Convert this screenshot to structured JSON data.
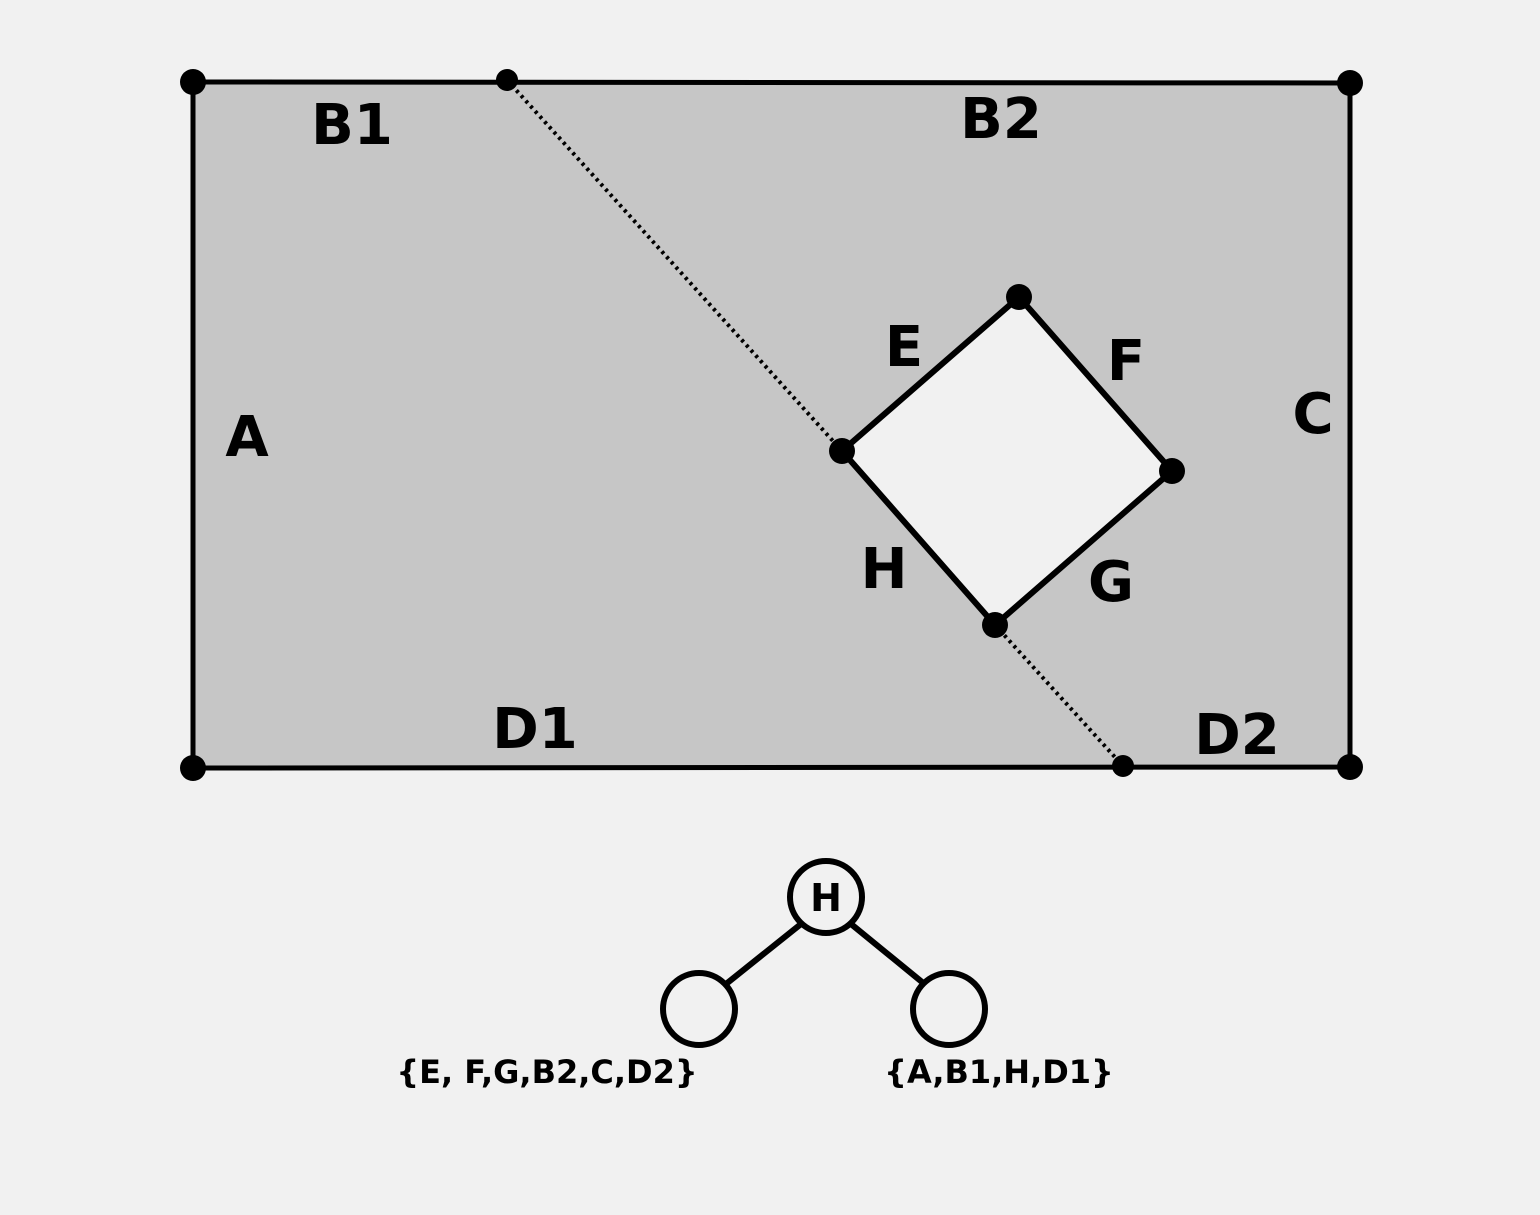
{
  "diagram": {
    "region_labels": {
      "A": "A",
      "B1": "B1",
      "B2": "B2",
      "C": "C",
      "D1": "D1",
      "D2": "D2",
      "E": "E",
      "F": "F",
      "G": "G",
      "H": "H"
    },
    "tree": {
      "root_label": "H",
      "left_set": "{E, F,G,B2,C,D2}",
      "right_set": "{A,B1,H,D1}"
    },
    "colors": {
      "background": "#f1f1f1",
      "region_fill": "#c6c6c6",
      "stroke": "#000000"
    }
  }
}
